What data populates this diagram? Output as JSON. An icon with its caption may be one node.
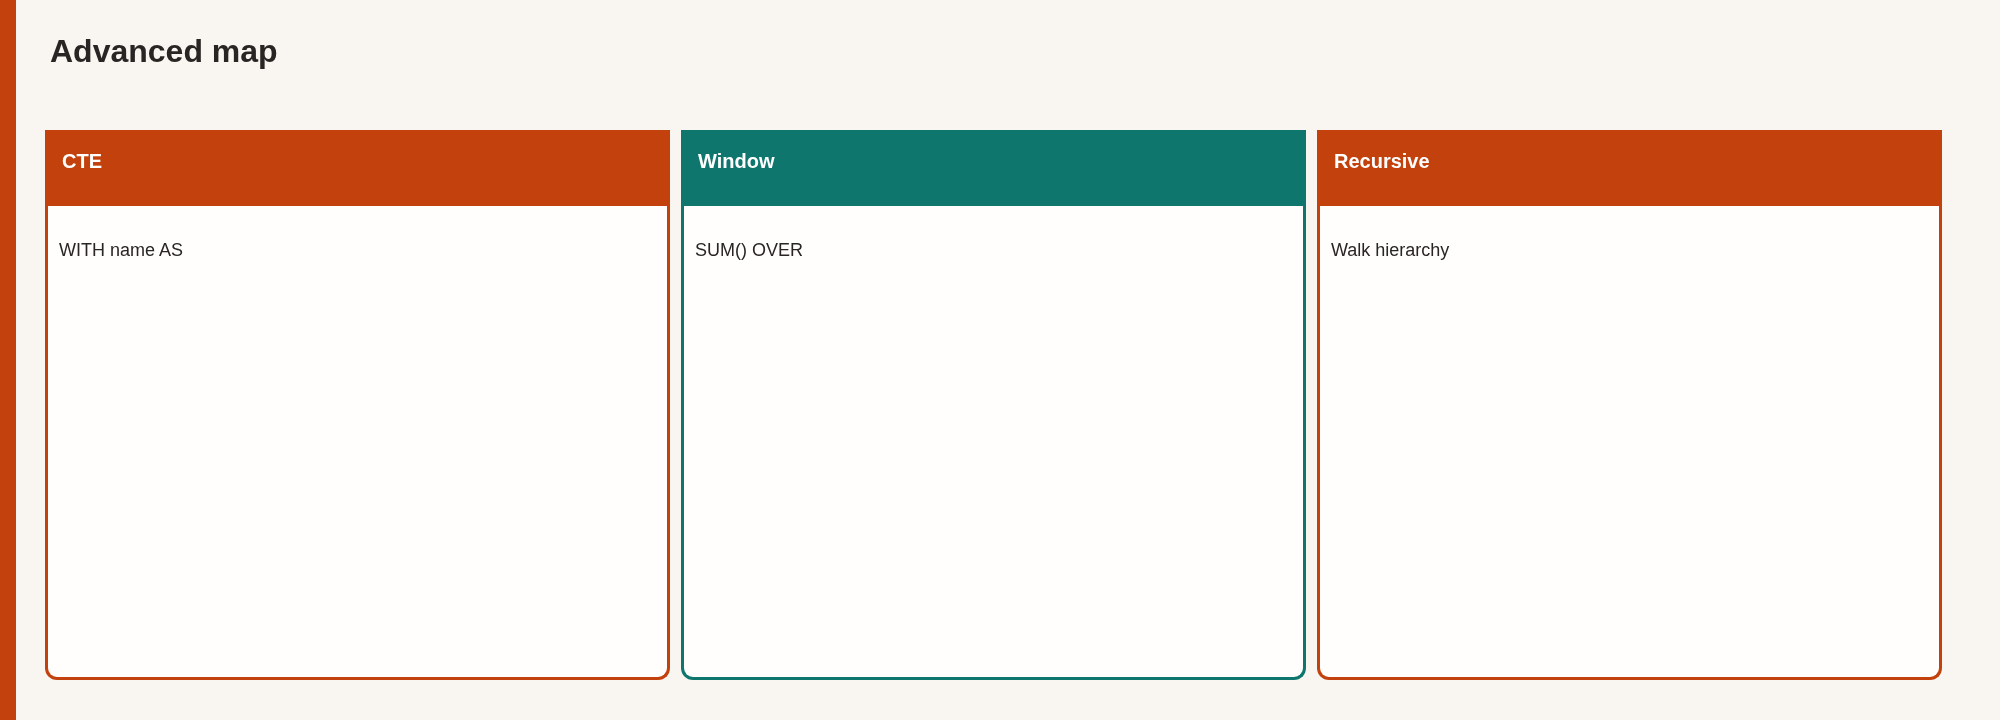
{
  "diagram": {
    "title": "Advanced map",
    "nodes": [
      {
        "text": [
          "CTE",
          "WITH name AS"
        ]
      },
      {
        "text": [
          "Window",
          "SUM() OVER"
        ]
      },
      {
        "text": [
          "Recursive",
          "Walk hierarchy"
        ]
      }
    ]
  }
}
